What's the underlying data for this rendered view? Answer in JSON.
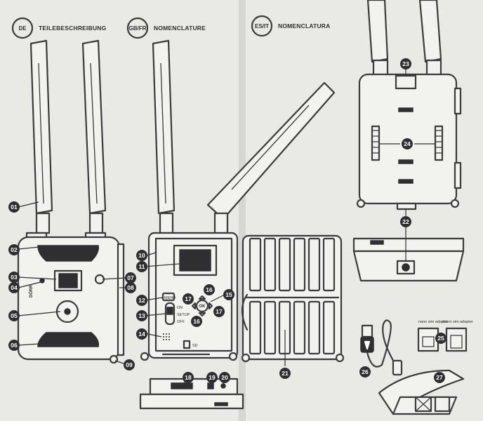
{
  "headers": [
    {
      "tag": "DE",
      "title": "TEILEBESCHREIBUNG"
    },
    {
      "tag": "GB/FR",
      "title": "NOMENCLATURE"
    },
    {
      "tag": "ES/IT",
      "title": "NOMENCLATURA"
    }
  ],
  "device_labels": {
    "brand": "DÖRR",
    "menu": "MENU",
    "on": "ON",
    "setup": "SETUP",
    "off": "OFF",
    "ok": "OK",
    "sd": "SD",
    "nano_sim": "nano sim adapter",
    "micro_sim": "micro sim adapter"
  },
  "callouts": [
    "01",
    "02",
    "03",
    "04",
    "05",
    "06",
    "07",
    "08",
    "09",
    "10",
    "11",
    "12",
    "13",
    "14",
    "15",
    "16",
    "16",
    "17",
    "17",
    "18",
    "19",
    "20",
    "21",
    "22",
    "23",
    "24",
    "25",
    "26",
    "27"
  ]
}
